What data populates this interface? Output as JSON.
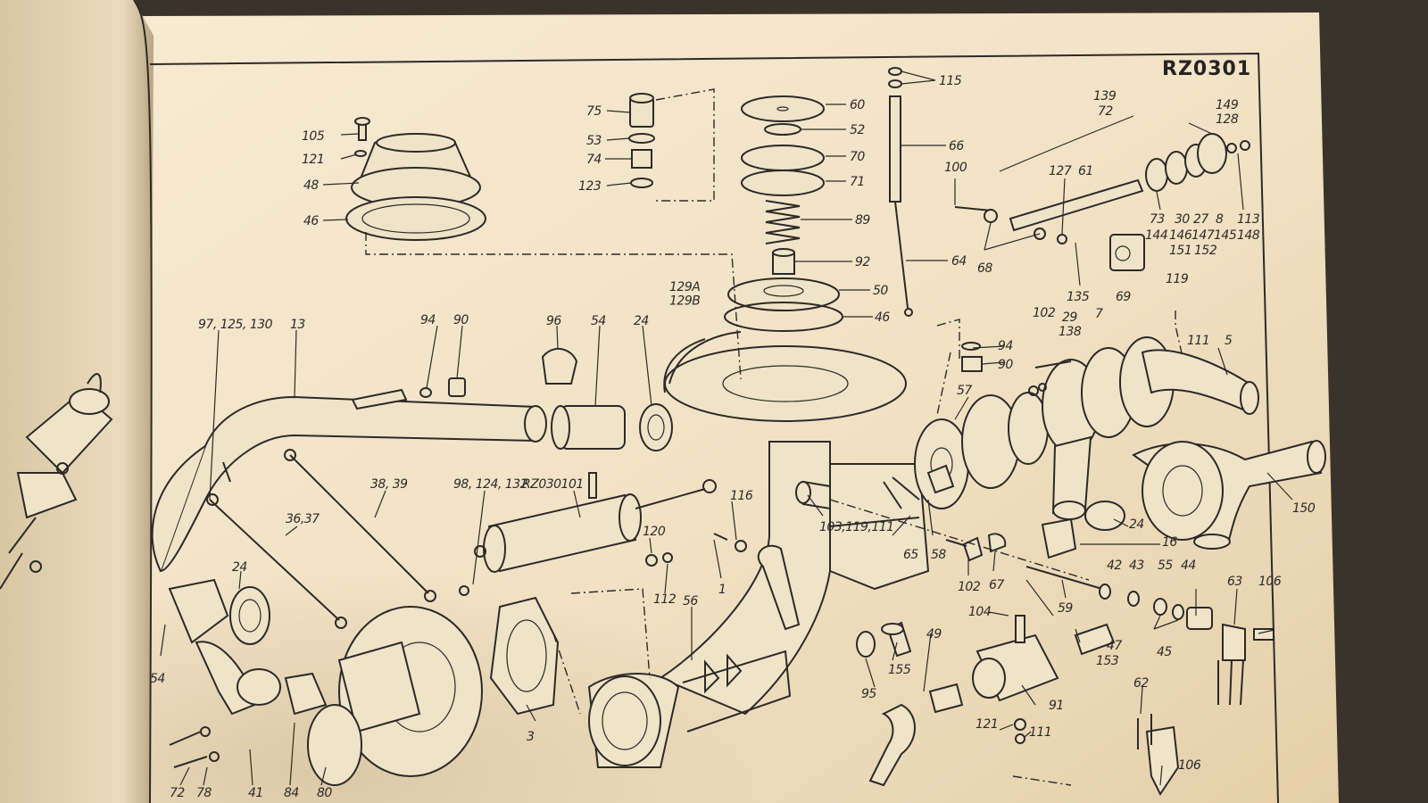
{
  "diagram_code": "RZ0301",
  "part_labels": {
    "p105": "105",
    "p121a": "121",
    "p48": "48",
    "p46a": "46",
    "p75": "75",
    "p53": "53",
    "p74": "74",
    "p123": "123",
    "p60": "60",
    "p52": "52",
    "p70": "70",
    "p71": "71",
    "p89": "89",
    "p92": "92",
    "p50": "50",
    "p46b": "46",
    "p129": "129A\n129B",
    "p115": "115",
    "p66": "66",
    "p64": "64",
    "p139": "139",
    "p72": "72",
    "p149": "149",
    "p128": "128",
    "p100": "100",
    "p127": "127",
    "p61": "61",
    "p73": "73",
    "p30": "30",
    "p27": "27",
    "p8": "8",
    "p113": "113",
    "p144": "144",
    "p146": "146",
    "p147": "147",
    "p145": "145",
    "p148": "148",
    "p151": "151",
    "p152": "152",
    "p68": "68",
    "p135": "135",
    "p69": "69",
    "p119a": "119",
    "p111a": "111",
    "p5": "5",
    "p97": "97, 125, 130",
    "p13": "13",
    "p94a": "94",
    "p90a": "90",
    "p96": "96",
    "p54a": "54",
    "p24a": "24",
    "p94b": "94",
    "p90b": "90",
    "p102a": "102",
    "p29": "29",
    "p138": "138",
    "p7": "7",
    "p57": "57",
    "p150": "150",
    "p38": "38, 39",
    "p98": "98, 124, 132",
    "rz030101": "RZ030101",
    "p116": "116",
    "p36": "36,37",
    "p24b": "24",
    "p120": "120",
    "p112": "112",
    "p56": "56",
    "p1": "1",
    "p103": "103,119,111",
    "p65": "65",
    "p58": "58",
    "p102b": "102",
    "p67": "67",
    "p24c": "24",
    "p16": "16",
    "p42": "42",
    "p43": "43",
    "p55": "55",
    "p44": "44",
    "p63": "63",
    "p106a": "106",
    "p59": "59",
    "p104": "104",
    "p45": "45",
    "p47": "47",
    "p153": "153",
    "p54b": "54",
    "p3": "3",
    "p49": "49",
    "p95": "95",
    "p155": "155",
    "p91": "91",
    "p121b": "121",
    "p111b": "111",
    "p62": "62",
    "p106b": "106",
    "p72b": "72",
    "p78": "78",
    "p41": "41",
    "p84": "84",
    "p80": "80"
  }
}
